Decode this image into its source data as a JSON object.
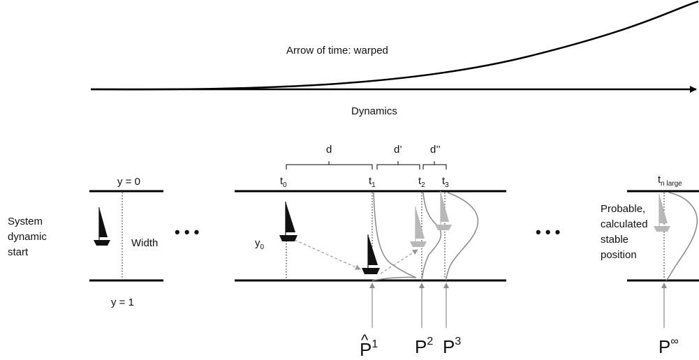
{
  "header": {
    "warped_label": "Arrow of time: warped",
    "dynamics_label": "Dynamics"
  },
  "left_panel": {
    "top_label": "y = 0",
    "bottom_label": "y = 1",
    "width_label": "Width",
    "system_label_lines": [
      "System",
      "dynamic",
      "start"
    ]
  },
  "ellipsis": "• • •",
  "spacing": {
    "d": "d",
    "d_prime": "d’",
    "d_double_prime": "d’’"
  },
  "times": {
    "t0": {
      "base": "t",
      "sub": "0"
    },
    "t1": {
      "base": "t",
      "sub": "1"
    },
    "t2": {
      "base": "t",
      "sub": "2"
    },
    "t3": {
      "base": "t",
      "sub": "3"
    },
    "tn": {
      "base": "t",
      "sub": "n large"
    }
  },
  "y0": {
    "base": "y",
    "sub": "0"
  },
  "right_panel": {
    "text_lines": [
      "Probable,",
      "calculated",
      "stable",
      "position"
    ]
  },
  "probabilities": {
    "p1": {
      "base": "P",
      "sup": "1",
      "hat": "^"
    },
    "p2": {
      "base": "P",
      "sup": "2"
    },
    "p3": {
      "base": "P",
      "sup": "3"
    },
    "pinf": {
      "base": "P",
      "sup": "∞"
    }
  },
  "colors": {
    "line": "#000000",
    "boat_dark": "#111111",
    "boat_light": "#b8b8b8",
    "curve": "#888888",
    "dashed_arrow": "#999999"
  }
}
